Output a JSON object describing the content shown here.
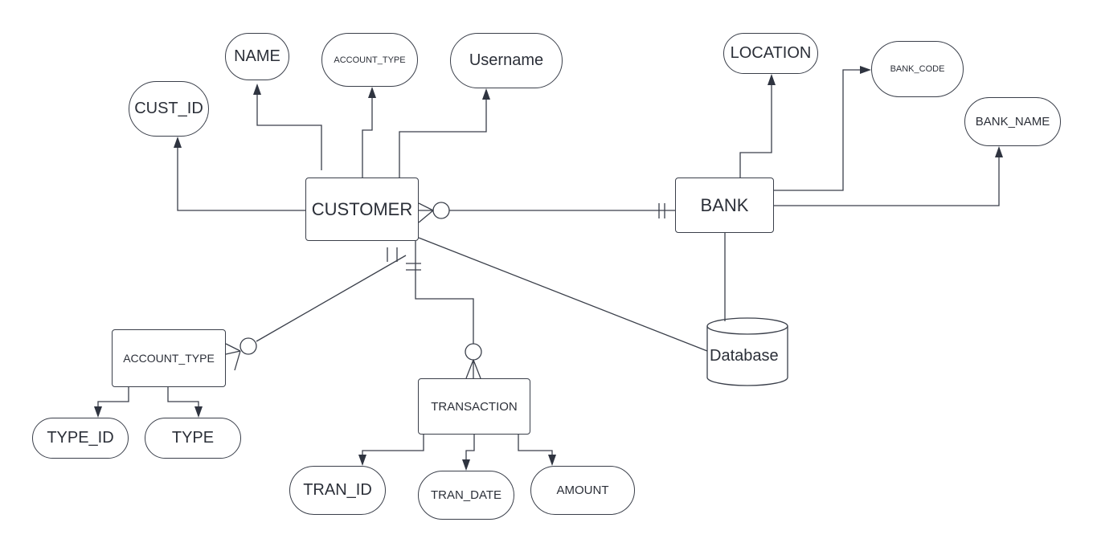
{
  "diagram": {
    "entities": {
      "customer": "CUSTOMER",
      "bank": "BANK",
      "account_type": "ACCOUNT_TYPE",
      "transaction": "TRANSACTION"
    },
    "attributes": {
      "cust_id": "CUST_ID",
      "name": "NAME",
      "account_type": "ACCOUNT_TYPE",
      "username": "Username",
      "location": "LOCATION",
      "bank_code": "BANK_CODE",
      "bank_name": "BANK_NAME",
      "type_id": "TYPE_ID",
      "type": "TYPE",
      "tran_id": "TRAN_ID",
      "tran_date": "TRAN_DATE",
      "amount": "AMOUNT"
    },
    "database": "Database"
  },
  "colors": {
    "stroke": "#3a3f4a",
    "text": "#2b2f38",
    "background": "#ffffff"
  }
}
